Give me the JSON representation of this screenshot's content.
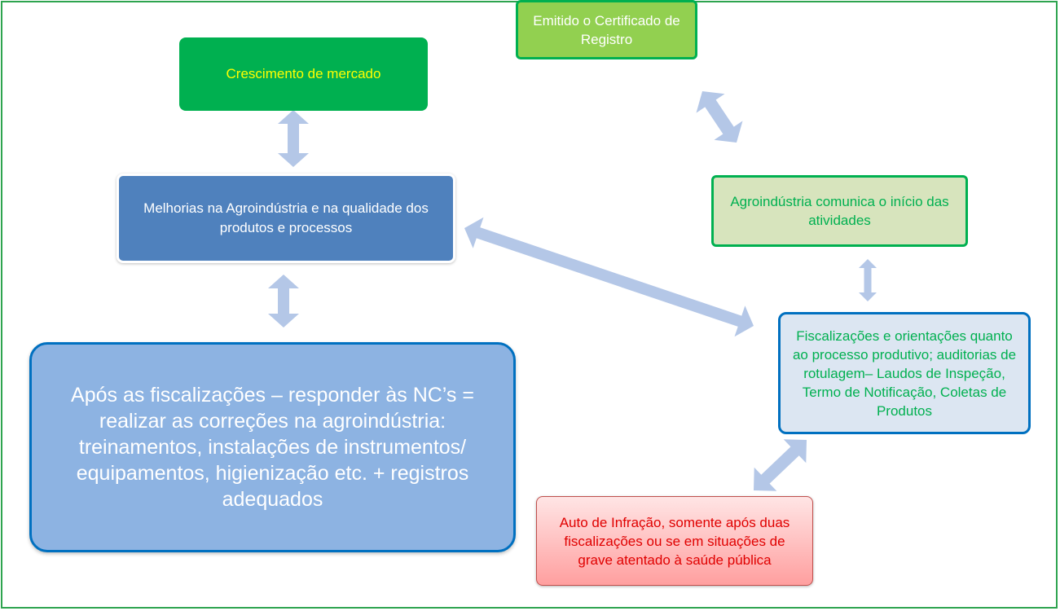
{
  "nodes": {
    "growth": "Crescimento de mercado",
    "improvements": "Melhorias na Agroindústria e na qualidade dos produtos e processos",
    "after_inspections": "Após as fiscalizações – responder às NC’s = realizar as correções na agroindústria: treinamentos, instalações  de instrumentos/ equipamentos, higienização etc. + registros adequados",
    "certificate": "Emitido o Certificado de Registro",
    "communicates": "Agroindústria comunica o início das atividades",
    "inspections": "Fiscalizações e orientações quanto ao processo produtivo; auditorias de rotulagem– Laudos de Inspeção, Termo de Notificação, Coletas de Produtos",
    "infraction": "Auto de Infração, somente após duas fiscalizações ou se em situações de grave atentado à saúde pública"
  },
  "colors": {
    "frame": "#2ea44f",
    "arrow": "#b4c7e7",
    "growth_fill": "#00b050",
    "growth_text": "#ffff00",
    "improvements_fill": "#4f81bd",
    "after_fill": "#8db3e2",
    "after_border": "#0070c0",
    "certificate_fill": "#92d050",
    "communicates_fill": "#d7e4bd",
    "inspections_fill": "#dce6f2",
    "infraction_fill": "#ffb3b3",
    "infraction_text": "#e00000"
  },
  "connectors": [
    {
      "from": "growth",
      "to": "improvements",
      "type": "double-arrow"
    },
    {
      "from": "improvements",
      "to": "after_inspections",
      "type": "double-arrow"
    },
    {
      "from": "improvements",
      "to": "inspections",
      "type": "double-arrow"
    },
    {
      "from": "certificate",
      "to": "communicates",
      "type": "double-arrow"
    },
    {
      "from": "communicates",
      "to": "inspections",
      "type": "double-arrow"
    },
    {
      "from": "inspections",
      "to": "infraction",
      "type": "double-arrow"
    }
  ]
}
